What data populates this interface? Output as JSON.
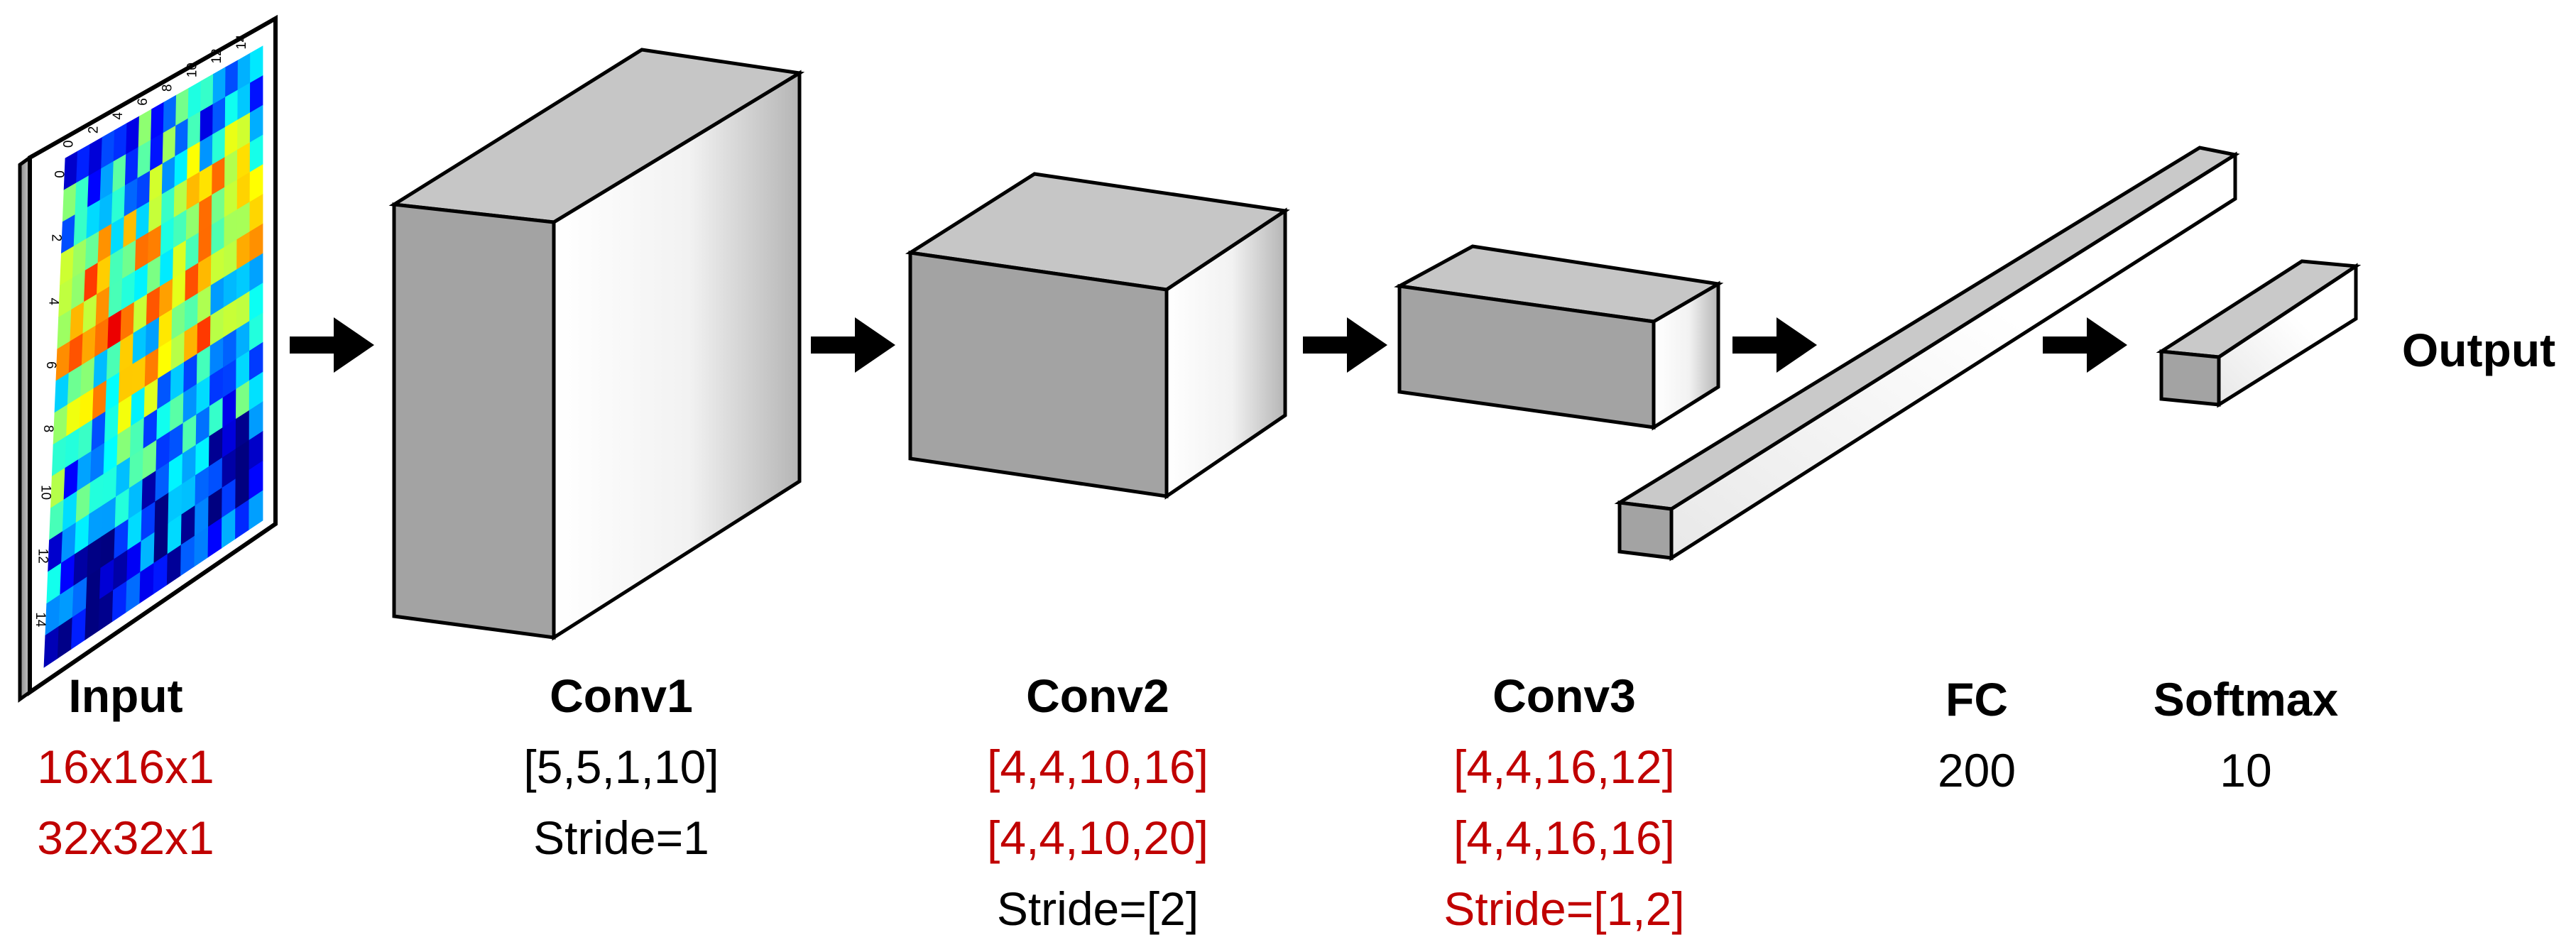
{
  "colors": {
    "highlight": "#c00000",
    "normal": "#000000",
    "box_front": "#a3a3a3",
    "box_top": "#c6c6c6",
    "box_side_light": "#ffffff",
    "box_side_dark": "#b8b8b8",
    "arrow": "#000000"
  },
  "input_map": {
    "x_ticks": [
      "0",
      "2",
      "4",
      "6",
      "8",
      "10",
      "12",
      "14"
    ],
    "y_ticks": [
      "0",
      "2",
      "4",
      "6",
      "8",
      "10",
      "12",
      "14"
    ],
    "colormap": "jet"
  },
  "layers": [
    {
      "id": "input",
      "title": "Input",
      "params": [
        {
          "text": "16x16x1",
          "highlight": true
        },
        {
          "text": "32x32x1",
          "highlight": true
        }
      ]
    },
    {
      "id": "conv1",
      "title": "Conv1",
      "params": [
        {
          "text": "[5,5,1,10]",
          "highlight": false
        },
        {
          "text": "Stride=1",
          "highlight": false
        }
      ]
    },
    {
      "id": "conv2",
      "title": "Conv2",
      "params": [
        {
          "text": "[4,4,10,16]",
          "highlight": true
        },
        {
          "text": "[4,4,10,20]",
          "highlight": true
        },
        {
          "text": "Stride=[2]",
          "highlight": false
        }
      ]
    },
    {
      "id": "conv3",
      "title": "Conv3",
      "params": [
        {
          "text": "[4,4,16,12]",
          "highlight": true
        },
        {
          "text": "[4,4,16,16]",
          "highlight": true
        },
        {
          "text": "Stride=[1,2]",
          "highlight": true
        }
      ]
    },
    {
      "id": "fc",
      "title": "FC",
      "params": [
        {
          "text": "200",
          "highlight": false
        }
      ]
    },
    {
      "id": "softmax",
      "title": "Softmax",
      "params": [
        {
          "text": "10",
          "highlight": false
        }
      ]
    }
  ],
  "output_label": "Output"
}
